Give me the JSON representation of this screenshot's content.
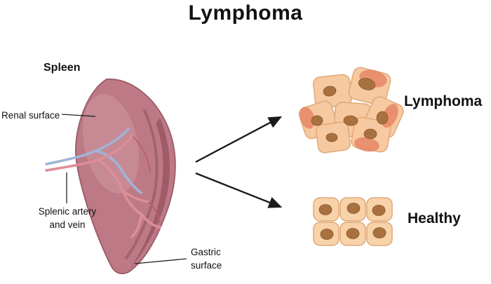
{
  "title": "Lymphoma",
  "diagram": {
    "spleen_label": "Spleen",
    "renal_surface_label": "Renal surface",
    "splenic_artery_line1": "Splenic artery",
    "splenic_artery_line2": "and vein",
    "gastric_line1": "Gastric",
    "gastric_line2": "surface",
    "lymphoma_cells_label": "Lymphoma",
    "healthy_cells_label": "Healthy"
  },
  "colors": {
    "background": "#ffffff",
    "text": "#111111",
    "arrow": "#1a1a1a",
    "spleen_body": "#bd7a86",
    "spleen_edge": "#9b5664",
    "spleen_outline": "#9e5f6b",
    "spleen_highlight": "#cf97a1",
    "vessel_blue": "#9fb4d8",
    "vessel_pink": "#de8e96",
    "vessel_inner": "#b2606e",
    "cell_fill": "#f7c9a0",
    "cell_fill_healthy": "#f8d2a8",
    "cell_stroke": "#e0a878",
    "cell_inflamed": "#e4785a",
    "nucleus": "#a9713f"
  }
}
